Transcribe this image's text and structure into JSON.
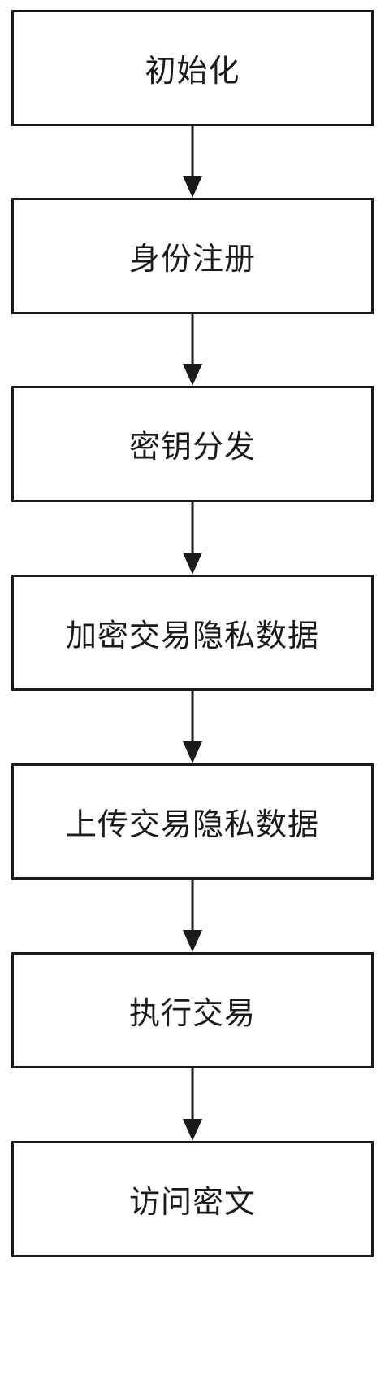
{
  "steps": [
    "初始化",
    "身份注册",
    "密钥分发",
    "加密交易隐私数据",
    "上传交易隐私数据",
    "执行交易",
    "访问密文"
  ],
  "colors": {
    "stroke": "#1a1a1a",
    "background": "#ffffff"
  }
}
